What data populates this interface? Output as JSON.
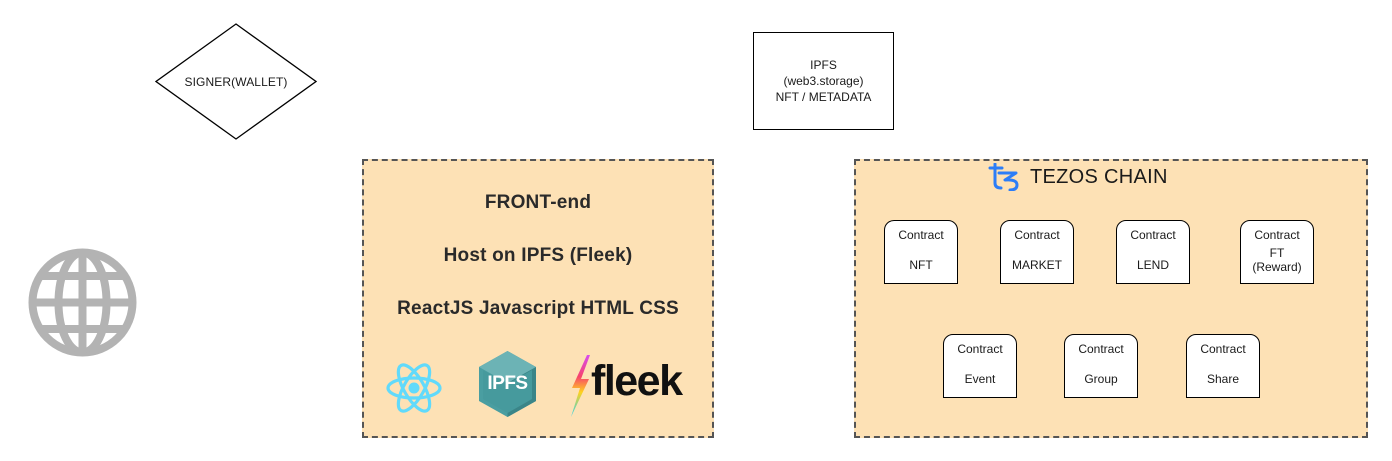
{
  "signer": {
    "label": "SIGNER(WALLET)"
  },
  "ipfs_storage": {
    "line1": "IPFS",
    "line2": "(web3.storage)",
    "line3": "NFT / METADATA"
  },
  "frontend": {
    "title": "FRONT-end",
    "host": "Host on IPFS (Fleek)",
    "tech": "ReactJS Javascript HTML CSS",
    "logos": {
      "react": "react-logo",
      "ipfs": "IPFS",
      "fleek": "fleek"
    }
  },
  "tezos": {
    "title": "TEZOS CHAIN",
    "contracts": [
      {
        "top": "Contract",
        "bottom": "NFT"
      },
      {
        "top": "Contract",
        "bottom": "MARKET"
      },
      {
        "top": "Contract",
        "bottom": "LEND"
      },
      {
        "top": "Contract",
        "bottom_line1": "FT",
        "bottom_line2": "(Reward)"
      },
      {
        "top": "Contract",
        "bottom": "Event"
      },
      {
        "top": "Contract",
        "bottom": "Group"
      },
      {
        "top": "Contract",
        "bottom": "Share"
      }
    ]
  },
  "colors": {
    "panel_fill": "#fde1b5",
    "panel_border": "#555555",
    "globe": "#b3b3b3",
    "tezos_blue": "#2c7df7",
    "react_blue": "#61dafb",
    "ipfs_teal": "#4a9ea1"
  },
  "icons": [
    "globe-icon",
    "react-logo",
    "ipfs-logo",
    "fleek-logo",
    "tezos-logo"
  ]
}
